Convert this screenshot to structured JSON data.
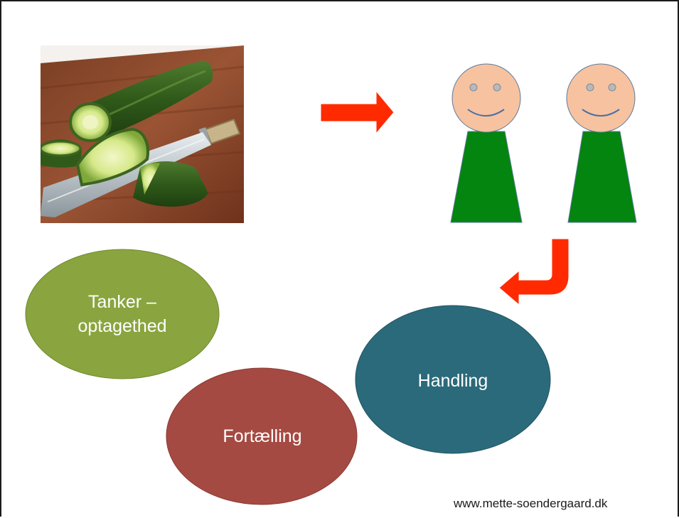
{
  "ovals": {
    "thoughts": {
      "line1": "Tanker –",
      "line2": "optagethed",
      "color": "#8aa53f"
    },
    "story": {
      "label": "Fortælling",
      "color": "#a54a42"
    },
    "action": {
      "label": "Handling",
      "color": "#2b6a7a"
    }
  },
  "colors": {
    "arrow": "#ff2a00",
    "face": "#f7c2a0",
    "body": "#03850f"
  },
  "photo": {
    "subject": "cucumber-cutting-photo"
  },
  "footer": {
    "url": "www.mette-soendergaard.dk"
  }
}
